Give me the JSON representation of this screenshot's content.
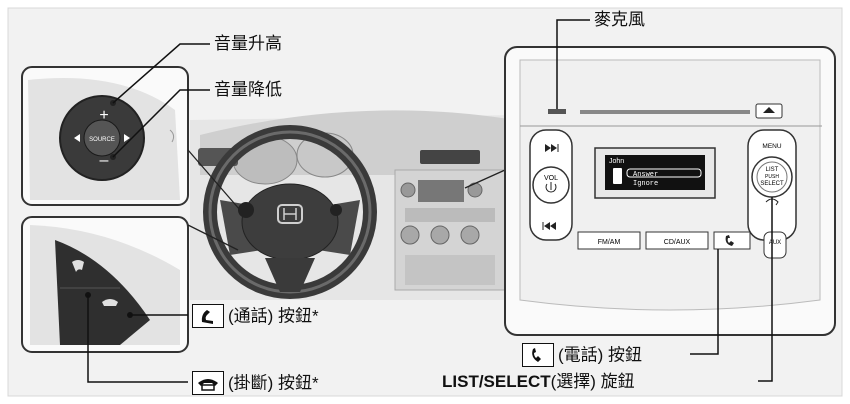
{
  "labels": {
    "volume_up": "音量升高",
    "volume_down": "音量降低",
    "microphone": "麥克風",
    "talk_button": "(通話) 按鈕*",
    "hangup_button": "(掛斷) 按鈕*",
    "phone_button": "(電話) 按鈕",
    "list_select_prefix": "LIST/SELECT",
    "list_select_suffix": "(選擇) 旋鈕"
  },
  "switch_panel": {
    "plus": "+",
    "minus": "–",
    "source": "SOURCE"
  },
  "audio_unit": {
    "vol_label": "VOL",
    "menu_label": "MENU",
    "knob_line1": "LIST",
    "knob_line2": "PUSH",
    "knob_line3": "SELECT",
    "screen_name": "John",
    "menu_answer": "Answer",
    "menu_ignore": "Ignore",
    "btn_fm_am": "FM/AM",
    "btn_cd_aux": "CD/AUX",
    "aux_label": "AUX"
  },
  "icons": [
    "talk-icon",
    "hangup-icon",
    "phone-icon",
    "eject-icon",
    "power-icon",
    "skip-forward-icon",
    "skip-back-icon",
    "back-icon"
  ]
}
